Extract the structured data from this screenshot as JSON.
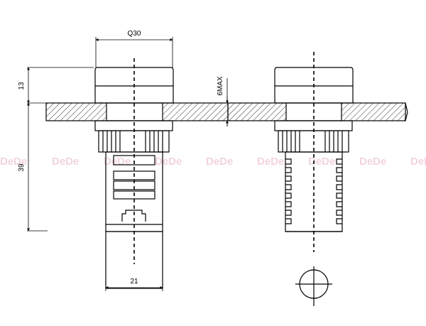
{
  "dimensions": {
    "diameter": "Q30",
    "height_top": "13",
    "height_body": "39",
    "panel_max": "6MAX",
    "body_width": "21"
  },
  "watermark": {
    "label": "DeDe",
    "color": "#c43b73"
  },
  "symbols": {
    "crosshair": "crosshair-circle-icon"
  }
}
